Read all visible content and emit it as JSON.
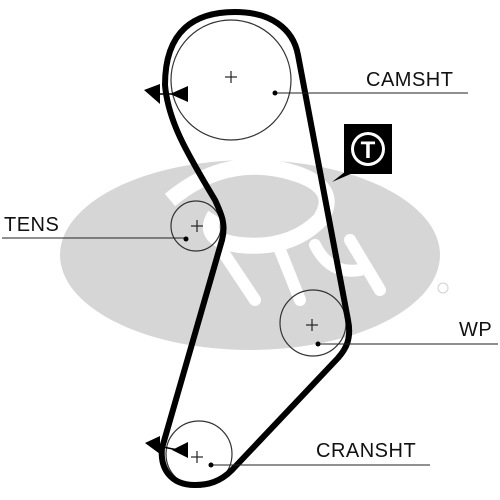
{
  "labels": {
    "camshaft": "CAMSHT",
    "tensioner": "TENS",
    "water_pump": "WP",
    "crankshaft": "CRANSHT"
  },
  "badge": {
    "letter": "T"
  },
  "colors": {
    "belt": "#000000",
    "pulley": "#222222",
    "watermark": "#d2d2d2",
    "background": "#ffffff"
  },
  "icons": {
    "timing_arrow": "filled-triangle-arrow",
    "badge": "tensioner-t-badge",
    "pulley_center": "crosshair-plus"
  }
}
